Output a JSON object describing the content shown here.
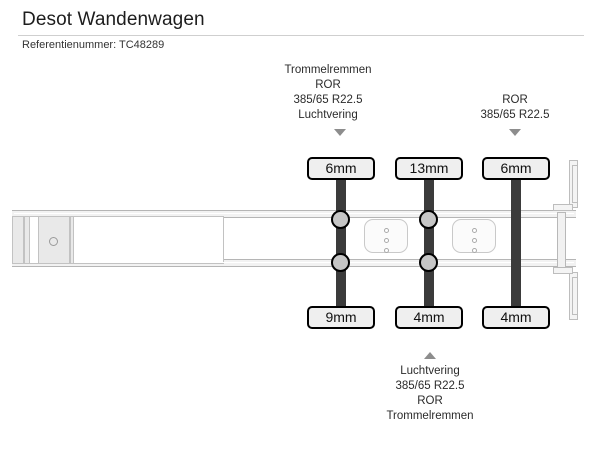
{
  "header": {
    "title": "Desot Wandenwagen",
    "reference": "Referentienummer: TC48289"
  },
  "annotations": {
    "top_left_group": {
      "lines": [
        "Trommelremmen",
        "ROR",
        "385/65 R22.5",
        "Luchtvering"
      ],
      "caret": "caret-down-icon"
    },
    "top_right_group": {
      "lines": [
        "ROR",
        "385/65 R22.5"
      ],
      "caret": "caret-down-icon"
    },
    "bottom_group": {
      "caret": "caret-up-icon",
      "lines": [
        "Luchtvering",
        "385/65 R22.5",
        "ROR",
        "Trommelremmen"
      ]
    }
  },
  "measurements": {
    "top": [
      {
        "id": "axle-1-top",
        "value": "6mm"
      },
      {
        "id": "axle-2-top",
        "value": "13mm"
      },
      {
        "id": "axle-3-top",
        "value": "6mm"
      }
    ],
    "bottom": [
      {
        "id": "axle-1-bottom",
        "value": "9mm"
      },
      {
        "id": "axle-2-bottom",
        "value": "4mm"
      },
      {
        "id": "axle-3-bottom",
        "value": "4mm"
      }
    ]
  },
  "colors": {
    "badge_fill": "#efefef",
    "badge_border": "#000000",
    "axle_bar": "#3b3b3b",
    "wheel_fill": "#c6c6c6",
    "rail_fill": "#f2f2f2",
    "caret": "#8d8d8d",
    "text": "#2b2b2b"
  }
}
